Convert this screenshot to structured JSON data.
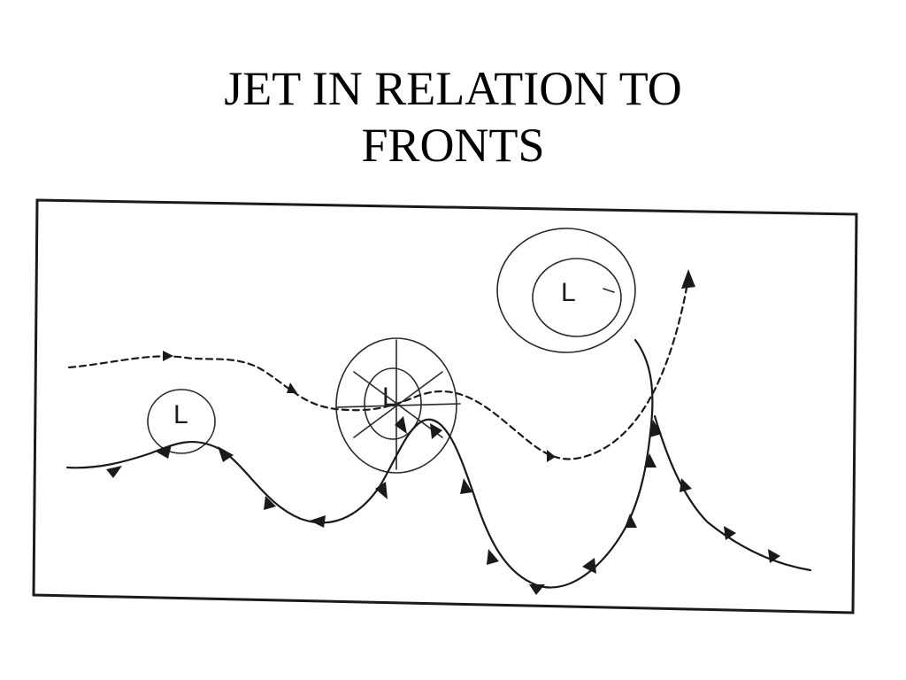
{
  "title": {
    "line1": "JET IN RELATION TO",
    "line2": "FRONTS"
  },
  "diagram": {
    "low_labels": [
      "L",
      "L",
      "L"
    ],
    "colors": {
      "ink": "#1a1a1a",
      "background": "#ffffff"
    }
  }
}
